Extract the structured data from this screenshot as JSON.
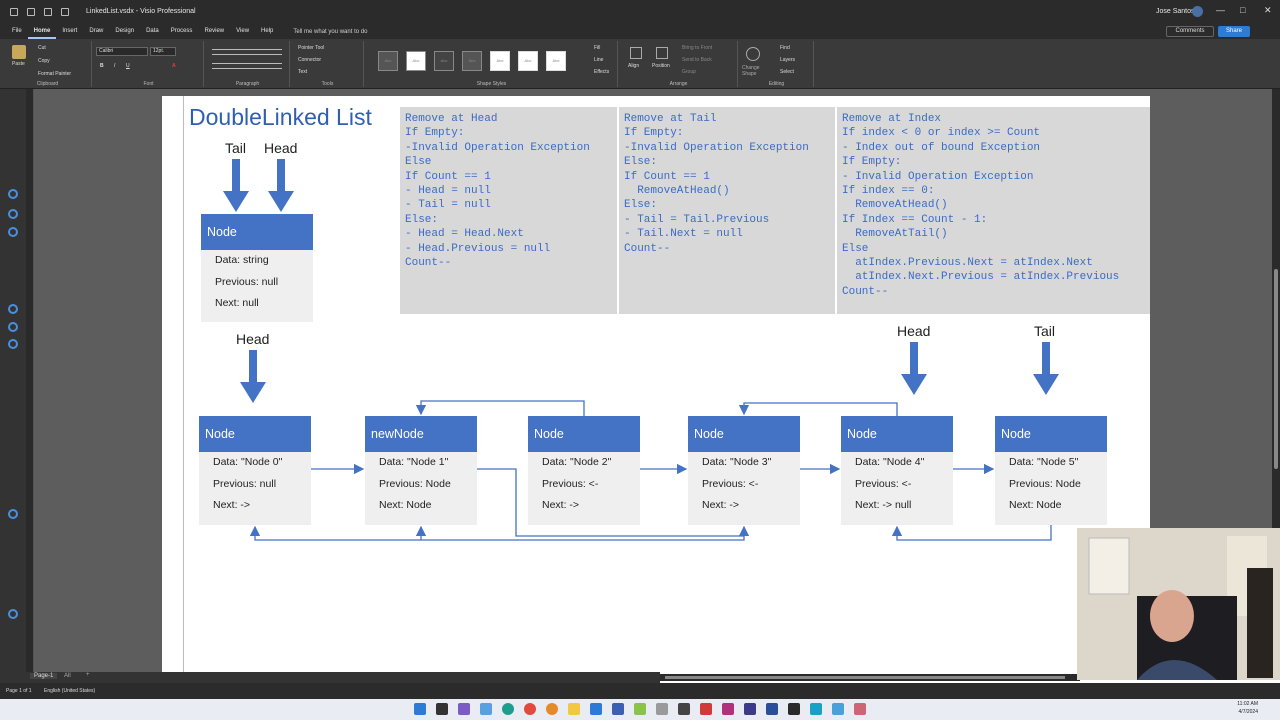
{
  "window": {
    "document_title": "LinkedList.vsdx - Visio Professional",
    "user_name": "Jose Santos",
    "controls": [
      "—",
      "□",
      "✕"
    ]
  },
  "menu": {
    "tabs": [
      "File",
      "Home",
      "Insert",
      "Draw",
      "Design",
      "Data",
      "Process",
      "Review",
      "View",
      "Help"
    ],
    "active_tab": "Home",
    "tell_me": "Tell me what you want to do",
    "comments": "Comments",
    "share": "Share"
  },
  "ribbon": {
    "clipboard": {
      "label": "Clipboard",
      "paste": "Paste",
      "cut": "Cut",
      "copy": "Copy",
      "format_painter": "Format Painter"
    },
    "font": {
      "label": "Font",
      "family": "Calibri",
      "size": "12pt."
    },
    "paragraph": {
      "label": "Paragraph"
    },
    "tools": {
      "label": "Tools",
      "pointer": "Pointer Tool",
      "connector": "Connector",
      "text": "Text"
    },
    "shape_styles": {
      "label": "Shape Styles",
      "fill": "Fill",
      "line": "Line",
      "effects": "Effects"
    },
    "arrange": {
      "label": "Arrange",
      "align": "Align",
      "position": "Position",
      "bring_front": "Bring to Front",
      "send_back": "Send to Back",
      "group": "Group"
    },
    "editing": {
      "label": "Editing",
      "change_shape": "Change Shape",
      "find": "Find",
      "layers": "Layers",
      "select": "Select"
    }
  },
  "diagram": {
    "title": "DoubleLinked List",
    "top_labels": {
      "tail": "Tail",
      "head": "Head"
    },
    "legend_node": {
      "header": "Node",
      "fields": [
        "Data: string",
        "Previous: null",
        "Next: null"
      ]
    },
    "code_blocks": [
      {
        "lines": [
          "Remove at Head",
          "If Empty:",
          "-Invalid Operation Exception",
          "Else",
          "If Count == 1",
          "- Head = null",
          "- Tail = null",
          "Else:",
          "- Head = Head.Next",
          "- Head.Previous = null",
          "Count--"
        ]
      },
      {
        "lines": [
          "Remove at Tail",
          "If Empty:",
          "-Invalid Operation Exception",
          "Else:",
          "If Count == 1",
          "  RemoveAtHead()",
          "Else:",
          "- Tail = Tail.Previous",
          "- Tail.Next = null",
          "Count--"
        ]
      },
      {
        "lines": [
          "Remove at Index",
          "If index < 0 or index >= Count",
          "- Index out of bound Exception",
          "If Empty:",
          "- Invalid Operation Exception",
          "If index == 0:",
          "  RemoveAtHead()",
          "If Index == Count - 1:",
          "  RemoveAtTail()",
          "Else",
          "  atIndex.Previous.Next = atIndex.Next",
          "  atIndex.Next.Previous = atIndex.Previous",
          "Count--"
        ]
      }
    ],
    "pointer_labels": {
      "left_head": "Head",
      "right_head": "Head",
      "right_tail": "Tail"
    },
    "nodes": [
      {
        "header": "Node",
        "data": "Data: \"Node 0\"",
        "previous": "Previous: null",
        "next": "Next: ->"
      },
      {
        "header": "newNode",
        "data": "Data: \"Node 1\"",
        "previous": "Previous: Node",
        "next": "Next: Node"
      },
      {
        "header": "Node",
        "data": "Data: \"Node 2\"",
        "previous": "Previous: <-",
        "next": "Next: ->"
      },
      {
        "header": "Node",
        "data": "Data: \"Node 3\"",
        "previous": "Previous: <-",
        "next": "Next: ->"
      },
      {
        "header": "Node",
        "data": "Data: \"Node 4\"",
        "previous": "Previous: <-",
        "next": "Next: -> null"
      },
      {
        "header": "Node",
        "data": "Data: \"Node 5\"",
        "previous": "Previous: Node",
        "next": "Next: Node"
      }
    ]
  },
  "status": {
    "page_tab": "Page-1",
    "all_tab": "All",
    "page_info": "Page 1 of 1",
    "language": "English (United States)"
  },
  "clock": {
    "time": "11:02 AM",
    "date": "4/7/2024"
  },
  "colors": {
    "accent": "#4472c4",
    "code_text": "#3b6bc7",
    "code_bg": "#d8d8d8",
    "title": "#2f5fb3"
  }
}
